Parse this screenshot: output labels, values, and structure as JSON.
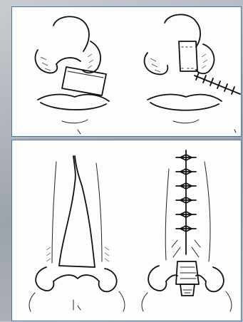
{
  "figure": {
    "panels": [
      {
        "id": "top",
        "items": [
          "nostril-flap-graft",
          "sutured-columella"
        ]
      },
      {
        "id": "bottom",
        "items": [
          "forehead-flap-outline",
          "sutured-forehead-donor-site"
        ]
      }
    ],
    "colors": {
      "ink": "#111111",
      "frame": "#3a76b8",
      "paper": "#fdfdfb",
      "backdrop": "#a9aeb4"
    }
  }
}
